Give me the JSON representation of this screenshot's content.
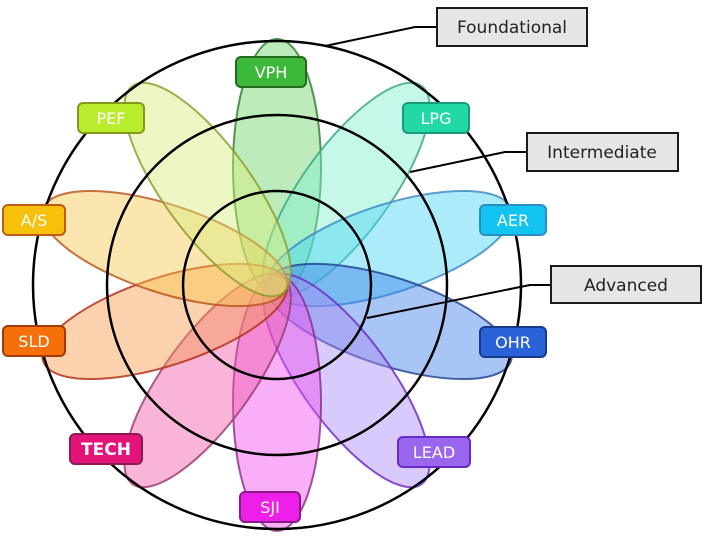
{
  "diagram": {
    "type": "concentric-competency-flower",
    "levels": [
      {
        "label": "Foundational"
      },
      {
        "label": "Intermediate"
      },
      {
        "label": "Advanced"
      }
    ],
    "petals": [
      {
        "label": "VPH",
        "fill": "#6fd36b",
        "stroke": "#2f7a2c",
        "tag": "#3cb83a",
        "tagStroke": "#236b21",
        "bold": false
      },
      {
        "label": "LPG",
        "fill": "#7ff0cf",
        "stroke": "#3aa583",
        "tag": "#22d9a6",
        "tagStroke": "#1a9a78",
        "bold": false
      },
      {
        "label": "AER",
        "fill": "#48d4f5",
        "stroke": "#3a86c4",
        "tag": "#14c4f0",
        "tagStroke": "#2a8fc0",
        "bold": false
      },
      {
        "label": "OHR",
        "fill": "#3d7fe8",
        "stroke": "#1e3f8f",
        "tag": "#2a63d8",
        "tagStroke": "#173a8a",
        "bold": false
      },
      {
        "label": "LEAD",
        "fill": "#a98af5",
        "stroke": "#6a28c4",
        "tag": "#9a66ee",
        "tagStroke": "#6a28c4",
        "bold": false
      },
      {
        "label": "SJI",
        "fill": "#f04ef0",
        "stroke": "#8a2a8a",
        "tag": "#ee1fe8",
        "tagStroke": "#8a1a8a",
        "bold": false
      },
      {
        "label": "TECH",
        "fill": "#f25aa8",
        "stroke": "#9a3a6a",
        "tag": "#e4137a",
        "tagStroke": "#8a1a52",
        "bold": true
      },
      {
        "label": "SLD",
        "fill": "#f79a4c",
        "stroke": "#b02a10",
        "tag": "#f5700a",
        "tagStroke": "#a03a08",
        "bold": false
      },
      {
        "label": "A/S",
        "fill": "#f7c84e",
        "stroke": "#b8501a",
        "tag": "#f7c00a",
        "tagStroke": "#c05a14",
        "bold": false
      },
      {
        "label": "PEF",
        "fill": "#d6ee7a",
        "stroke": "#8a9a2a",
        "tag": "#b8ec2c",
        "tagStroke": "#7f9a1c",
        "bold": false
      }
    ],
    "colors": {
      "ring": "#000000",
      "callout_fill": "#e6e6e6",
      "callout_stroke": "#1a1a1a"
    }
  }
}
